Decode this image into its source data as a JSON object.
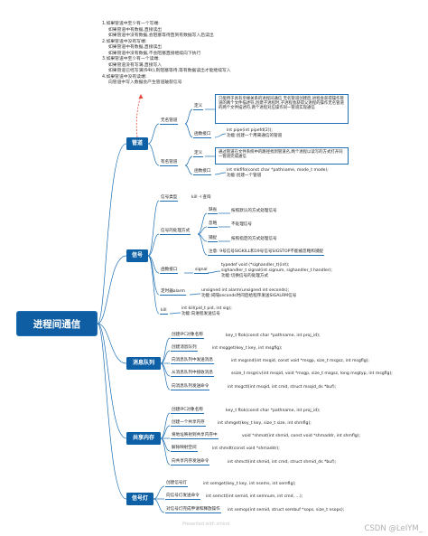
{
  "root": "进程间通信",
  "note": {
    "lines": [
      "1.如果管道中至少有一个写端:",
      "如果管道中有数据,直接读出",
      "如果管道中没有数据,会阻塞等待直到有数据写入后读出",
      "2.如果管道中没有写端:",
      "如果管道中有数据,直接读出",
      "如果管道中没有数据,不会阻塞直接继续向下执行",
      "3.如果管道中至少有一个读端:",
      "如果管道没有写满,直接写入",
      "如果管道已经写满(64k),则阻塞等待,等有数据读出才能继续写入",
      "4.如果管道中没有读端:",
      "向管道中写入数据会产生管道破裂信号"
    ]
  },
  "pipe": {
    "label": "管道",
    "anon": {
      "label": "无名管道",
      "def_label": "定义",
      "def_text": "只能用于具有亲缘关系的进程间通信 无名管道创建后,进程会获得操作管道的两个文件描述符,创建子进程时,子进程会获得父进程的操作无名管道的两个文件描述符,两个进程对应操作同一管道实现通信",
      "api_label": "函数接口",
      "api": [
        "int pipe(int pipefd[2]);",
        "功能:创建一个用来通信的管道"
      ]
    },
    "named": {
      "label": "有名管道",
      "def_label": "定义",
      "def_text": "通过管道在文件系统中的路径找到管道名,两个进程以读写的方式打开同一管道完成通信",
      "api_label": "函数接口",
      "api": [
        "int mkfifo(const char *pathname, mode_t mode);",
        "功能:创建一个管道"
      ]
    }
  },
  "signal": {
    "label": "信号",
    "type_label": "信号类型",
    "type_value": "kill -l 查询",
    "handle_label": "信号的处理方式",
    "handle": [
      {
        "label": "缺省",
        "desc": "按照默认的方式处理信号"
      },
      {
        "label": "忽略",
        "desc": "不处理信号"
      },
      {
        "label": "捕捉",
        "desc": "按照指定的方式处理信号"
      }
    ],
    "note": "注意: 9号信号SIGKILL和19号信号SIGSTOP不能被忽略和捕捉",
    "func_label": "函数接口",
    "func_name": "signal",
    "func_lines": [
      "typedef void (*sighandler_t)(int);",
      "sighandler_t signal(int signum, sighandler_t handler);",
      "功能:切换信号的处理方式"
    ],
    "alarm_label": "定时器alarm",
    "alarm_lines": [
      "unsigned int alarm(unsigned int seconds);",
      "功能:间隔seconds时间后给程序发送SIGALRM信号"
    ],
    "kill_label": "kill",
    "kill_lines": [
      "int kill(pid_t pid, int sig);",
      "功能:向进程发送信号"
    ]
  },
  "msg": {
    "label": "消息队列",
    "items": [
      {
        "label": "创建IPC对象名称",
        "value": "key_t ftok(const char *pathname, int proj_id);"
      },
      {
        "label": "创建消息队列",
        "value": "int msgget(key_t key, int msgflg);"
      },
      {
        "label": "向消息队列中发送消息",
        "value": "int msgsnd(int msqid, const void *msgp, size_t msgsz, int msgflg);"
      },
      {
        "label": "从消息队列中接收消息",
        "value": "ssize_t msgrcv(int msqid, void *msgp, size_t msgsz, long msgtyp, int msgflg);"
      },
      {
        "label": "向消息队列发送命令",
        "value": "int msgctl(int msqid, int cmd, struct msqid_ds *buf);"
      }
    ]
  },
  "shm": {
    "label": "共享内存",
    "items": [
      {
        "label": "创建IPC对象名称",
        "value": "key_t ftok(const char *pathname, int proj_id);"
      },
      {
        "label": "创建一个共享内存",
        "value": "int shmget(key_t key, size_t size, int shmflg);"
      },
      {
        "label": "将地址映射到共享内存中",
        "value": "void *shmat(int shmid, const void *shmaddr, int shmflg);"
      },
      {
        "label": "解除映射空间",
        "value": "int shmdt(const void *shmaddr);"
      },
      {
        "label": "向共享内存发送命令",
        "value": "int shmctl(int shmid, int cmd, struct shmid_ds *buf);"
      }
    ]
  },
  "sem": {
    "label": "信号灯",
    "items": [
      {
        "label": "创建信号灯",
        "value": "int semget(key_t key, int nsems, int semflg);"
      },
      {
        "label": "向信号灯发送命令",
        "value": "int semctl(int semid, int semnum, int cmd, ...);"
      },
      {
        "label": "对信号灯完成申请和释放操作",
        "value": "int semop(int semid, struct sembuf *sops, size_t nsops);"
      }
    ]
  },
  "footer": "Presented with xmind",
  "watermark": "CSDN @LeIYM_",
  "colors": {
    "topic": "#0d60a6",
    "line": "#1e6fb3",
    "dash": "#e24c3c"
  }
}
